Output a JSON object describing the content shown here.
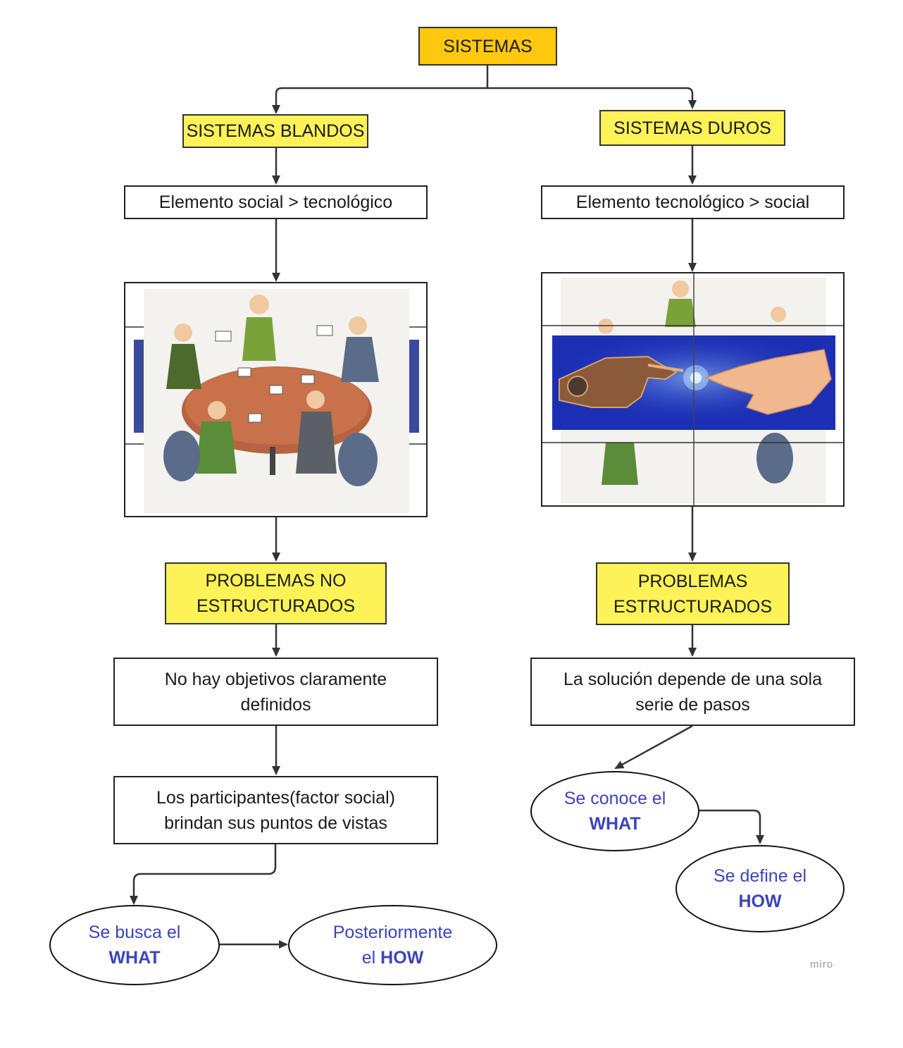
{
  "root": {
    "label": "SISTEMAS"
  },
  "left": {
    "title": "SISTEMAS BLANDOS",
    "element": "Elemento social > tecnológico",
    "image_desc_icon": "meeting-table-illustration",
    "problems": "PROBLEMAS NO\nESTRUCTURADOS",
    "detail1": "No hay objetivos claramente\ndefinidos",
    "detail2": "Los participantes(factor social)\nbrindan sus puntos de vistas",
    "oval1": {
      "line1": "Se busca el",
      "bold": "WHAT"
    },
    "oval2": {
      "line1": "Posteriormente",
      "prefix": "el ",
      "bold": "HOW"
    }
  },
  "right": {
    "title": "SISTEMAS DUROS",
    "element": "Elemento tecnológico > social",
    "image_desc_icon": "robot-human-hands-illustration",
    "problems": "PROBLEMAS\nESTRUCTURADOS",
    "detail1": "La solución depende de una sola\nserie de pasos",
    "oval1": {
      "line1": "Se conoce el",
      "bold": "WHAT"
    },
    "oval2": {
      "line1": "Se define el",
      "bold": "HOW"
    }
  },
  "watermark": "miro",
  "colors": {
    "root_fill": "#fdc80e",
    "title_fill": "#fdf257",
    "oval_text": "#3d44b8"
  }
}
